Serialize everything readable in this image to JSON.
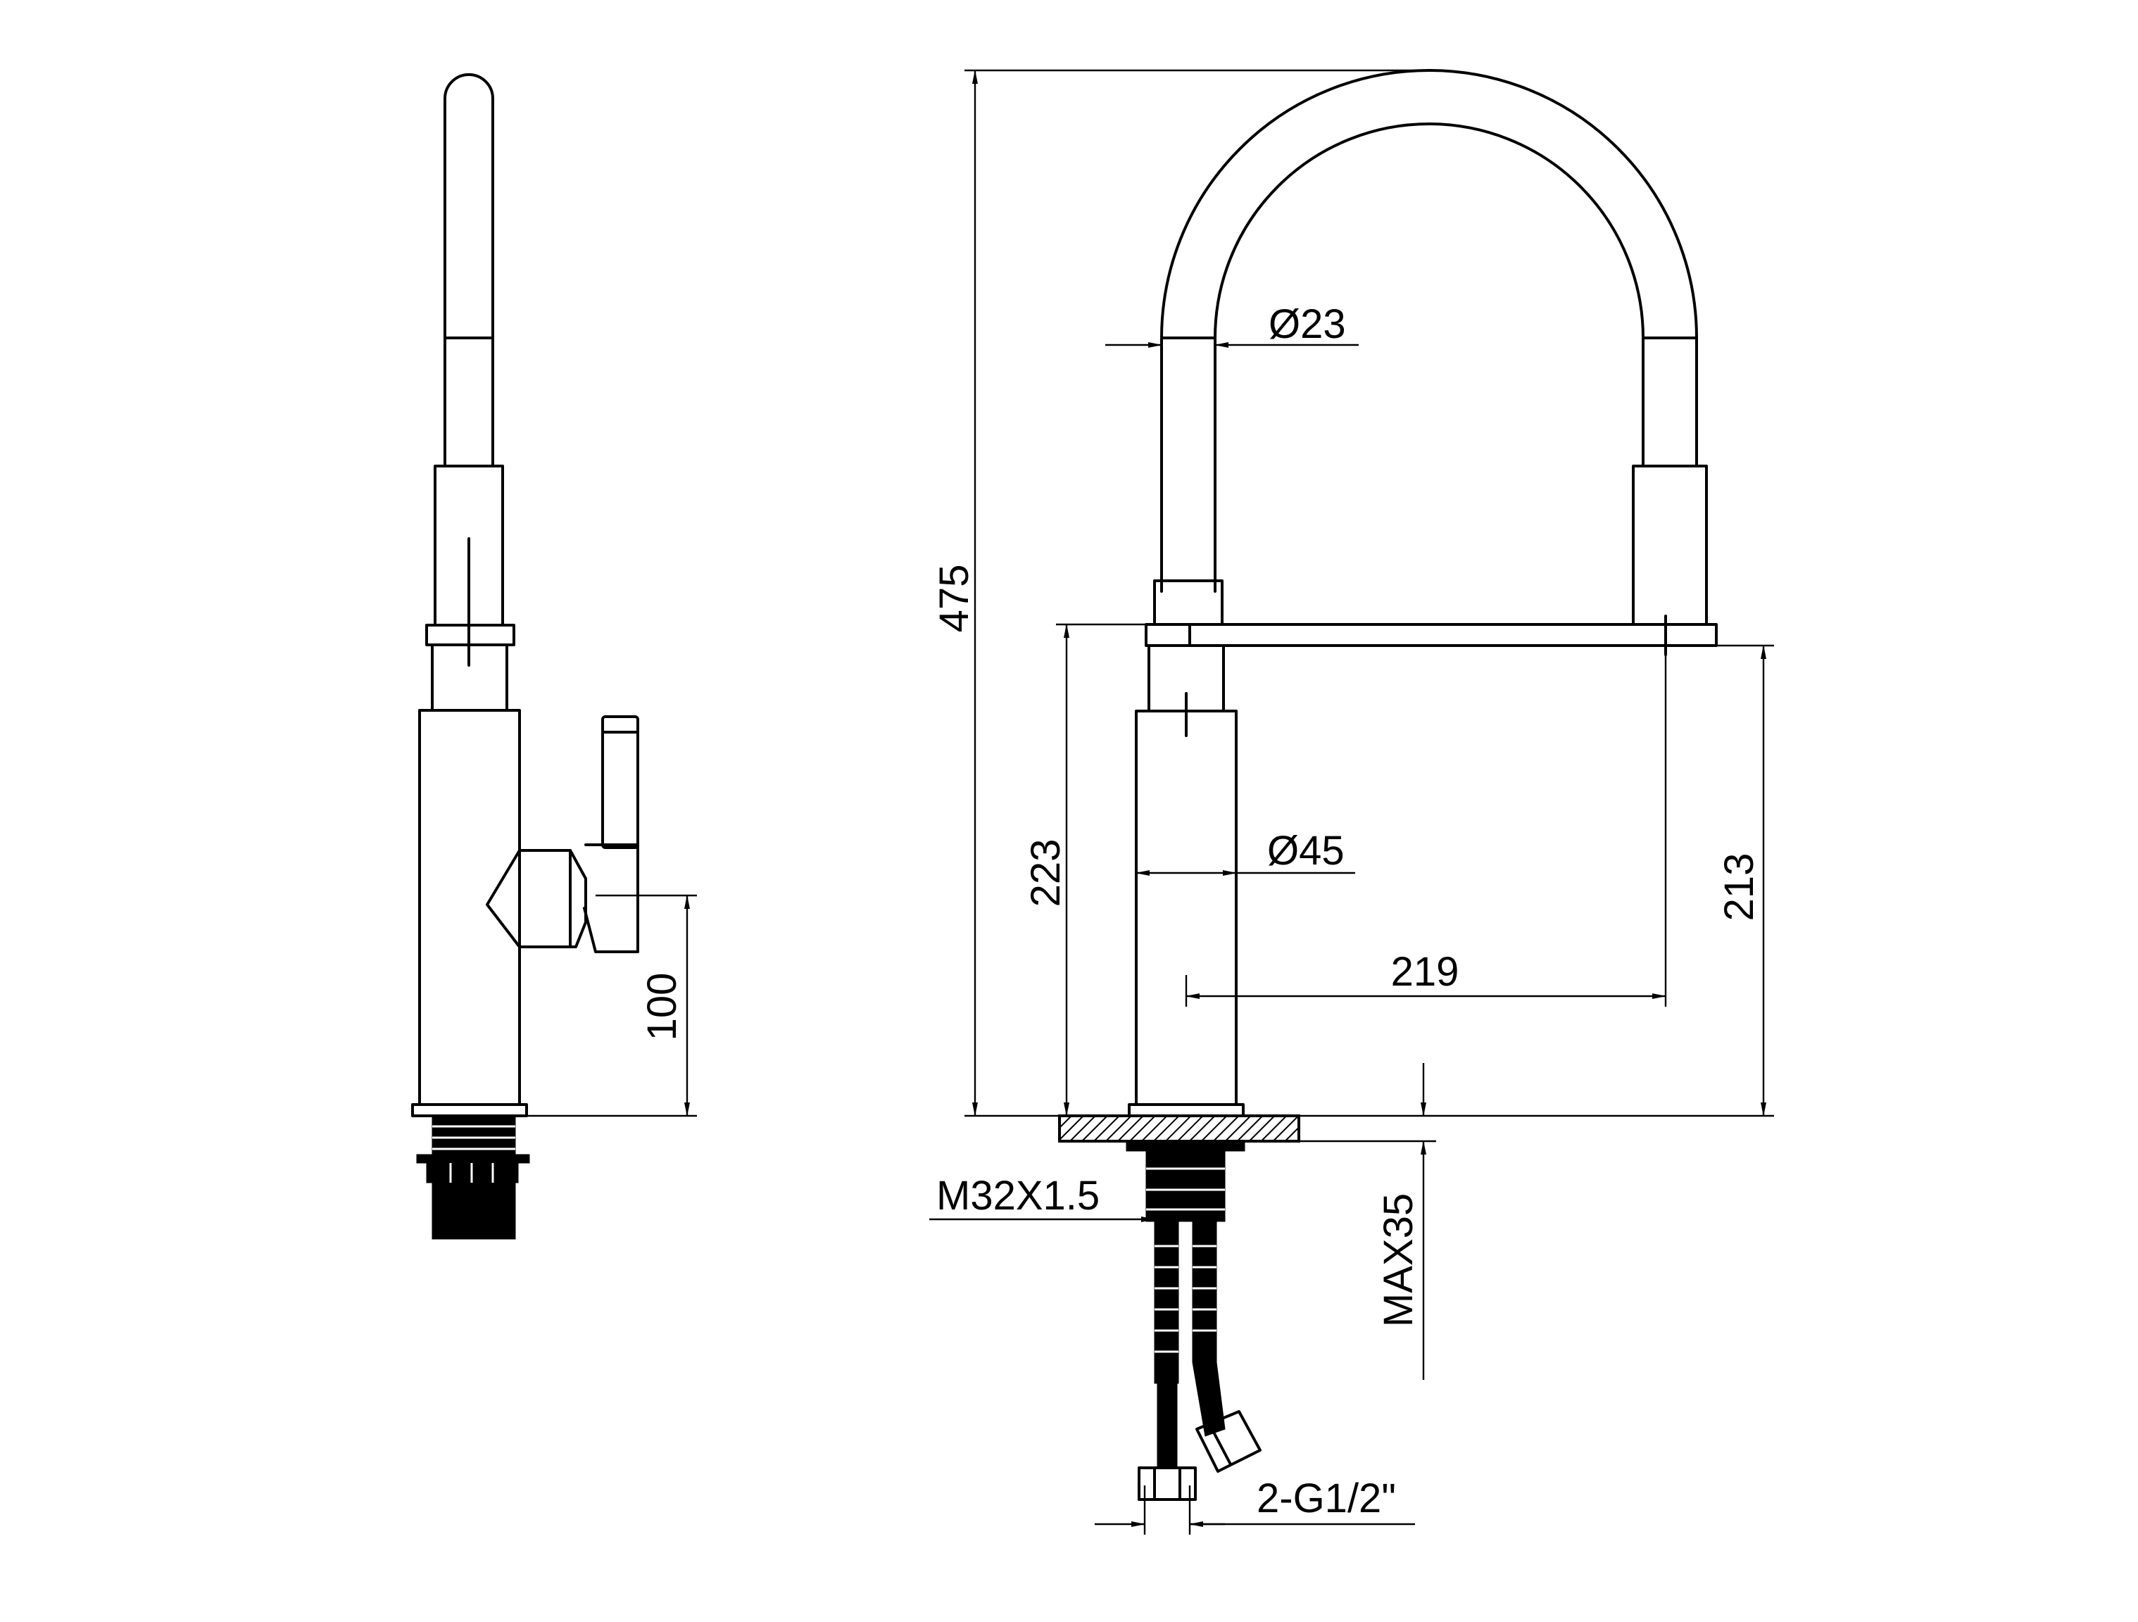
{
  "dimensions": {
    "total_height": "475",
    "body_height": "223",
    "spout_clearance": "213",
    "reach": "219",
    "spout_diameter": "Ø23",
    "body_diameter": "Ø45",
    "handle_height": "100",
    "thread": "M32X1.5",
    "max_counter_thickness": "MAX35",
    "connectors": "2-G1/2\""
  }
}
